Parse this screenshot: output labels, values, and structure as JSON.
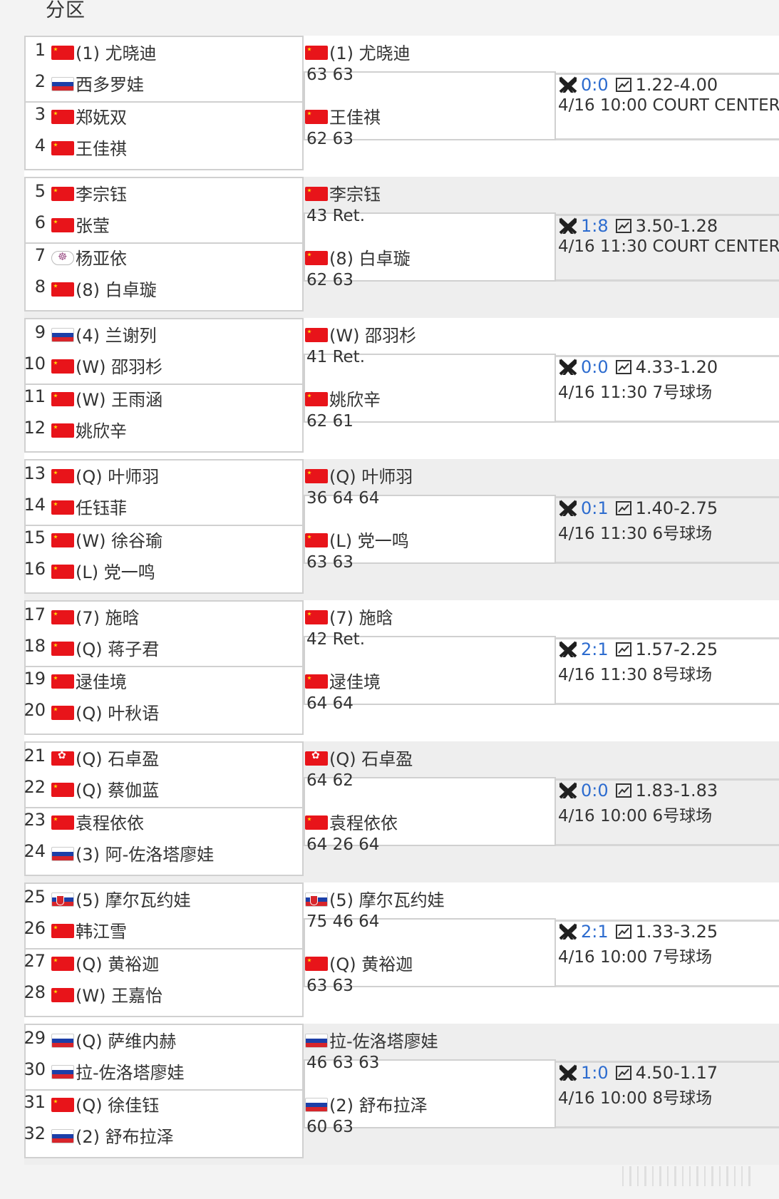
{
  "section_title": "分区",
  "icons": {
    "h2h": "crossed-rackets-icon",
    "odds": "line-chart-icon"
  },
  "colors": {
    "h2h_score": "#2d6ccf",
    "flag_cn": "#e8141a"
  },
  "groups": [
    {
      "r1": [
        {
          "num": "1",
          "flag": "cn",
          "name": "(1) 尤晓迪"
        },
        {
          "num": "2",
          "flag": "ru",
          "name": "西多罗娃"
        },
        {
          "num": "3",
          "flag": "cn",
          "name": "郑妩双"
        },
        {
          "num": "4",
          "flag": "cn",
          "name": "王佳祺"
        }
      ],
      "qf": [
        {
          "flag": "cn",
          "name": "(1) 尤晓迪",
          "score": "63 63"
        },
        {
          "flag": "cn",
          "name": "王佳祺",
          "score": "62 63"
        }
      ],
      "h2h": "0:0",
      "odds": "1.22-4.00",
      "schedule": "4/16 10:00 COURT CENTER"
    },
    {
      "r1": [
        {
          "num": "5",
          "flag": "cn",
          "name": "李宗钰"
        },
        {
          "num": "6",
          "flag": "cn",
          "name": "张莹"
        },
        {
          "num": "7",
          "flag": "tw",
          "name": "杨亚依"
        },
        {
          "num": "8",
          "flag": "cn",
          "name": "(8) 白卓璇"
        }
      ],
      "qf": [
        {
          "flag": "cn",
          "name": "李宗钰",
          "score": "43 Ret."
        },
        {
          "flag": "cn",
          "name": "(8) 白卓璇",
          "score": "62 63"
        }
      ],
      "h2h": "1:8",
      "odds": "3.50-1.28",
      "schedule": "4/16 11:30 COURT CENTER"
    },
    {
      "r1": [
        {
          "num": "9",
          "flag": "ru",
          "name": "(4) 兰谢列"
        },
        {
          "num": "10",
          "flag": "cn",
          "name": "(W) 邵羽杉"
        },
        {
          "num": "11",
          "flag": "cn",
          "name": "(W) 王雨涵"
        },
        {
          "num": "12",
          "flag": "cn",
          "name": "姚欣辛"
        }
      ],
      "qf": [
        {
          "flag": "cn",
          "name": "(W) 邵羽杉",
          "score": "41 Ret."
        },
        {
          "flag": "cn",
          "name": "姚欣辛",
          "score": "62 61"
        }
      ],
      "h2h": "0:0",
      "odds": "4.33-1.20",
      "schedule": "4/16 11:30 7号球场"
    },
    {
      "r1": [
        {
          "num": "13",
          "flag": "cn",
          "name": "(Q) 叶师羽"
        },
        {
          "num": "14",
          "flag": "cn",
          "name": "任钰菲"
        },
        {
          "num": "15",
          "flag": "cn",
          "name": "(W) 徐谷瑜"
        },
        {
          "num": "16",
          "flag": "cn",
          "name": "(L) 党一鸣"
        }
      ],
      "qf": [
        {
          "flag": "cn",
          "name": "(Q) 叶师羽",
          "score": "36 64 64"
        },
        {
          "flag": "cn",
          "name": "(L) 党一鸣",
          "score": "63 63"
        }
      ],
      "h2h": "0:1",
      "odds": "1.40-2.75",
      "schedule": "4/16 11:30 6号球场"
    },
    {
      "r1": [
        {
          "num": "17",
          "flag": "cn",
          "name": "(7) 施晗"
        },
        {
          "num": "18",
          "flag": "cn",
          "name": "(Q) 蒋子君"
        },
        {
          "num": "19",
          "flag": "cn",
          "name": "逯佳境"
        },
        {
          "num": "20",
          "flag": "cn",
          "name": "(Q) 叶秋语"
        }
      ],
      "qf": [
        {
          "flag": "cn",
          "name": "(7) 施晗",
          "score": "42 Ret."
        },
        {
          "flag": "cn",
          "name": "逯佳境",
          "score": "64 64"
        }
      ],
      "h2h": "2:1",
      "odds": "1.57-2.25",
      "schedule": "4/16 11:30 8号球场"
    },
    {
      "r1": [
        {
          "num": "21",
          "flag": "hk",
          "name": "(Q) 石卓盈"
        },
        {
          "num": "22",
          "flag": "cn",
          "name": "(Q) 蔡伽蓝"
        },
        {
          "num": "23",
          "flag": "cn",
          "name": "袁程依依"
        },
        {
          "num": "24",
          "flag": "ru",
          "name": "(3) 阿-佐洛塔廖娃"
        }
      ],
      "qf": [
        {
          "flag": "hk",
          "name": "(Q) 石卓盈",
          "score": "64 62"
        },
        {
          "flag": "cn",
          "name": "袁程依依",
          "score": "64 26 64"
        }
      ],
      "h2h": "0:0",
      "odds": "1.83-1.83",
      "schedule": "4/16 10:00 6号球场"
    },
    {
      "r1": [
        {
          "num": "25",
          "flag": "sk",
          "name": "(5) 摩尔瓦约娃"
        },
        {
          "num": "26",
          "flag": "cn",
          "name": "韩江雪"
        },
        {
          "num": "27",
          "flag": "cn",
          "name": "(Q) 黄裕迦"
        },
        {
          "num": "28",
          "flag": "cn",
          "name": "(W) 王嘉怡"
        }
      ],
      "qf": [
        {
          "flag": "sk",
          "name": "(5) 摩尔瓦约娃",
          "score": "75 46 64"
        },
        {
          "flag": "cn",
          "name": "(Q) 黄裕迦",
          "score": "63 63"
        }
      ],
      "h2h": "2:1",
      "odds": "1.33-3.25",
      "schedule": "4/16 10:00 7号球场"
    },
    {
      "r1": [
        {
          "num": "29",
          "flag": "ru",
          "name": "(Q) 萨维内赫"
        },
        {
          "num": "30",
          "flag": "ru",
          "name": "拉-佐洛塔廖娃"
        },
        {
          "num": "31",
          "flag": "cn",
          "name": "(Q) 徐佳钰"
        },
        {
          "num": "32",
          "flag": "ru",
          "name": "(2) 舒布拉泽"
        }
      ],
      "qf": [
        {
          "flag": "ru",
          "name": "拉-佐洛塔廖娃",
          "score": "46 63 63"
        },
        {
          "flag": "ru",
          "name": "(2) 舒布拉泽",
          "score": "60 63"
        }
      ],
      "h2h": "1:0",
      "odds": "4.50-1.17",
      "schedule": "4/16 10:00 8号球场"
    }
  ]
}
